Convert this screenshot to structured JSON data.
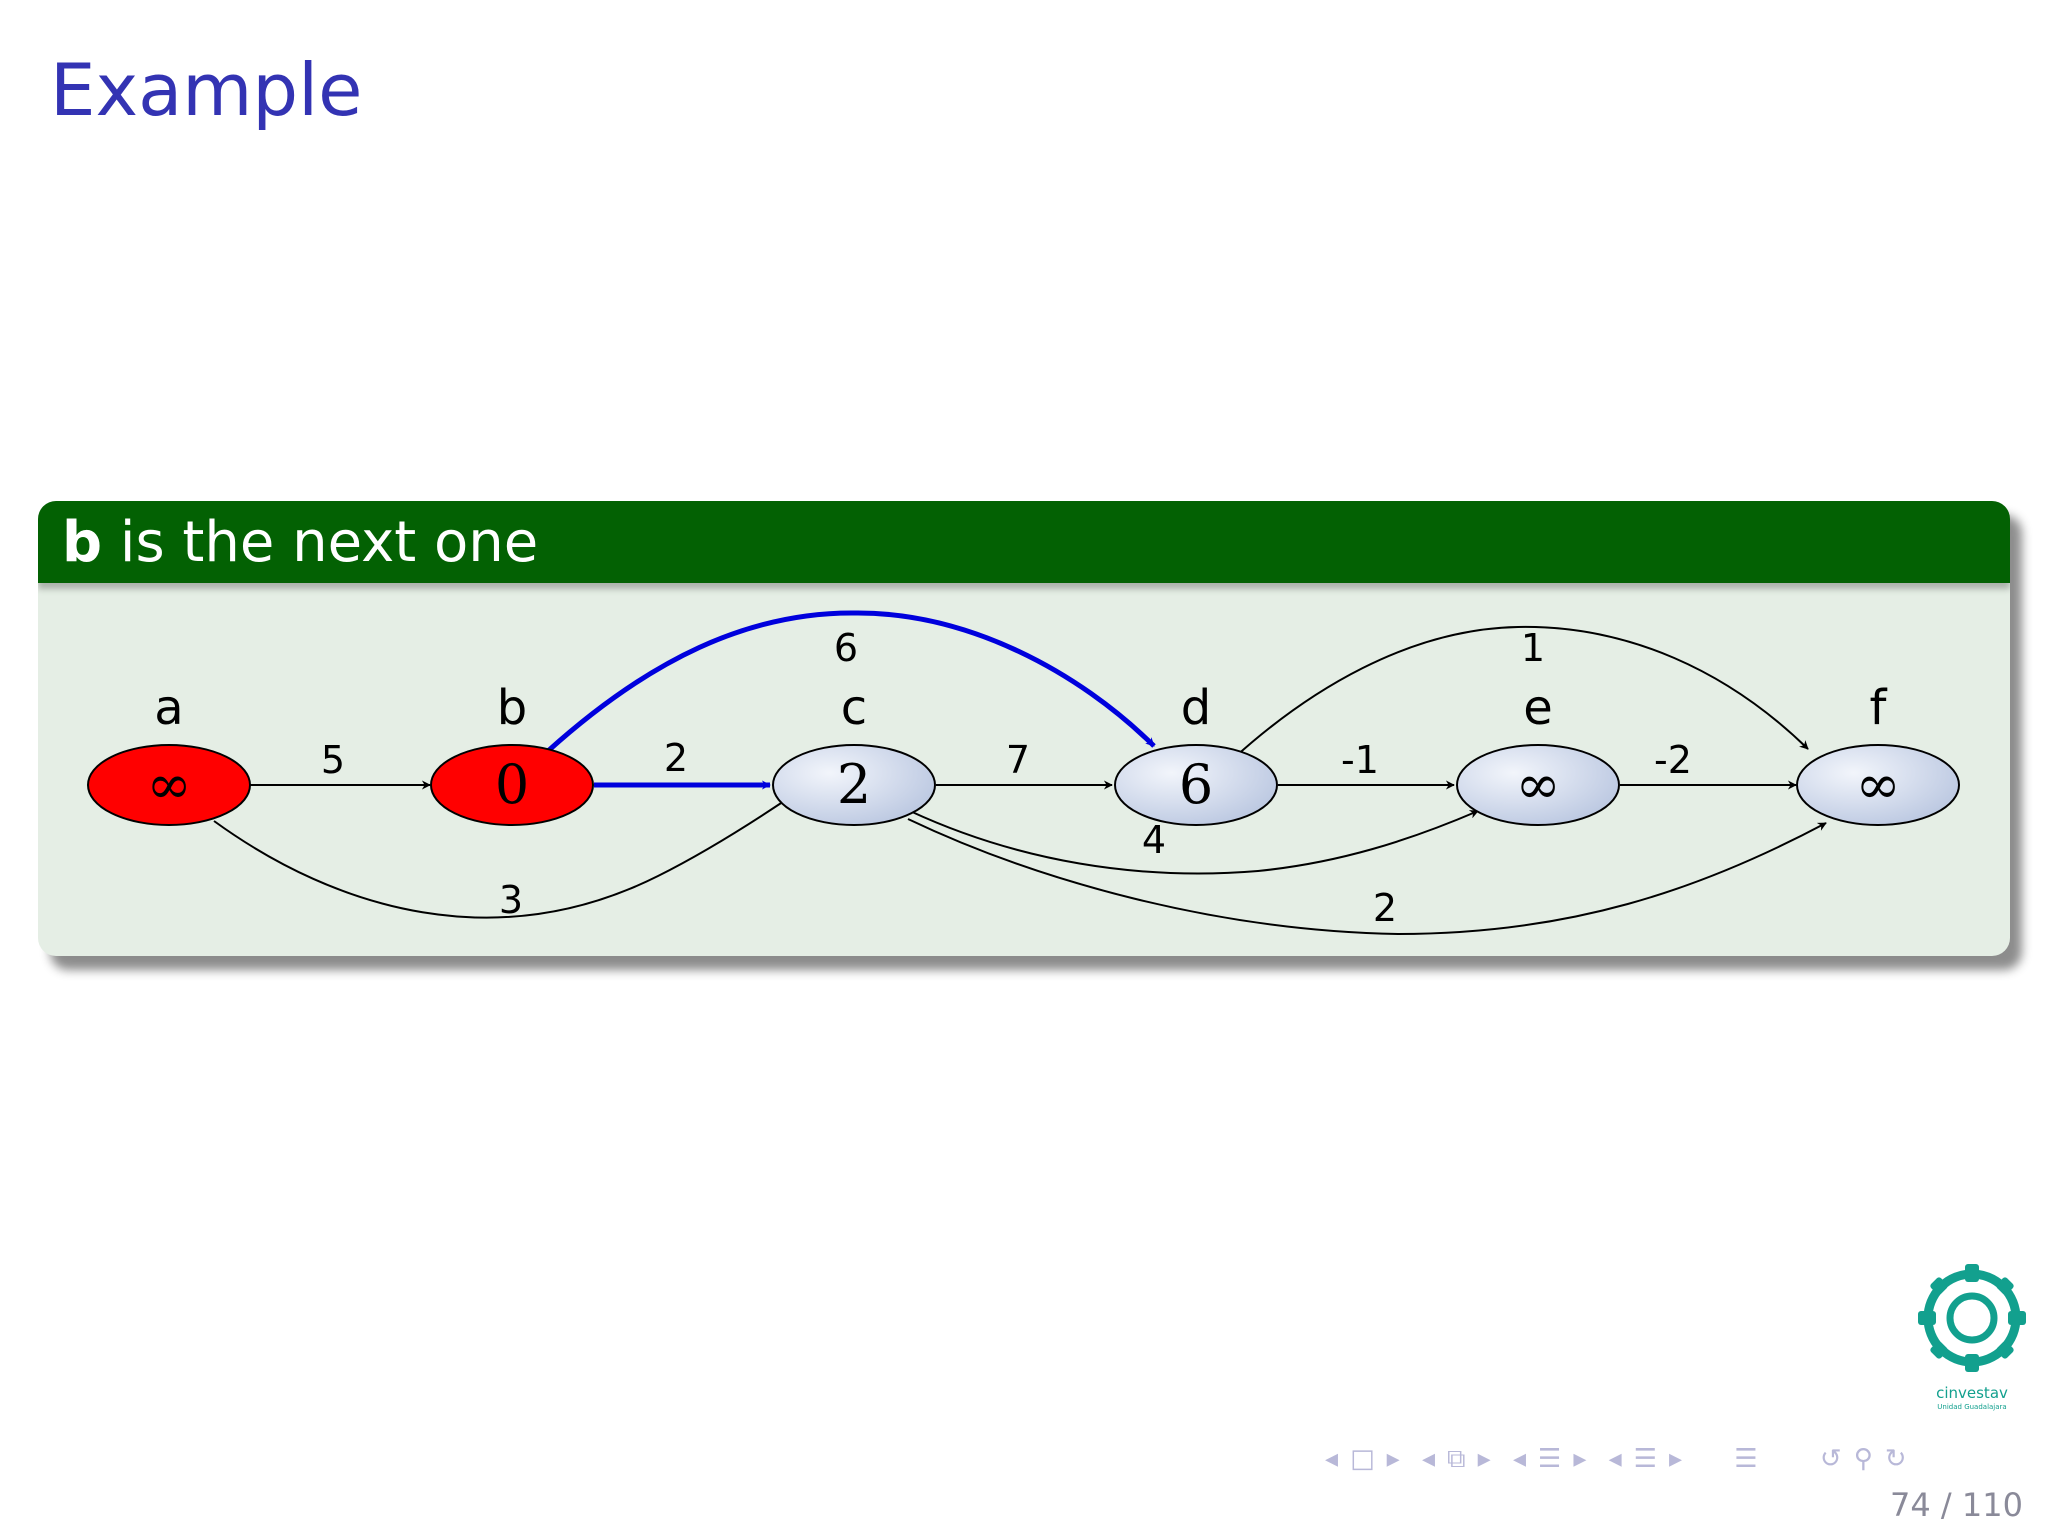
{
  "slide": {
    "title": "Example",
    "block_title_bold": "b",
    "block_title_rest": " is the next one",
    "page_current": "74",
    "page_total": "110",
    "logo_text": "cinvestav",
    "logo_subtext": "Unidad Guadalajara"
  },
  "graph": {
    "nodes": [
      {
        "id": "a",
        "label": "a",
        "value": "∞",
        "state": "visited"
      },
      {
        "id": "b",
        "label": "b",
        "value": "0",
        "state": "visited"
      },
      {
        "id": "c",
        "label": "c",
        "value": "2",
        "state": "pending"
      },
      {
        "id": "d",
        "label": "d",
        "value": "6",
        "state": "pending"
      },
      {
        "id": "e",
        "label": "e",
        "value": "∞",
        "state": "pending"
      },
      {
        "id": "f",
        "label": "f",
        "value": "∞",
        "state": "pending"
      }
    ],
    "edges": [
      {
        "from": "a",
        "to": "b",
        "weight": "5",
        "highlight": false
      },
      {
        "from": "a",
        "to": "c",
        "weight": "3",
        "highlight": false
      },
      {
        "from": "b",
        "to": "c",
        "weight": "2",
        "highlight": true
      },
      {
        "from": "b",
        "to": "d",
        "weight": "6",
        "highlight": true
      },
      {
        "from": "c",
        "to": "d",
        "weight": "7",
        "highlight": false
      },
      {
        "from": "c",
        "to": "e",
        "weight": "4",
        "highlight": false
      },
      {
        "from": "c",
        "to": "f",
        "weight": "2",
        "highlight": false
      },
      {
        "from": "d",
        "to": "e",
        "weight": "-1",
        "highlight": false
      },
      {
        "from": "d",
        "to": "f",
        "weight": "1",
        "highlight": false
      },
      {
        "from": "e",
        "to": "f",
        "weight": "-2",
        "highlight": false
      }
    ],
    "colors": {
      "visited_fill": "#ff0000",
      "pending_fill": "#d6dff0",
      "highlight_edge": "#0000dd",
      "normal_edge": "#000000"
    }
  }
}
